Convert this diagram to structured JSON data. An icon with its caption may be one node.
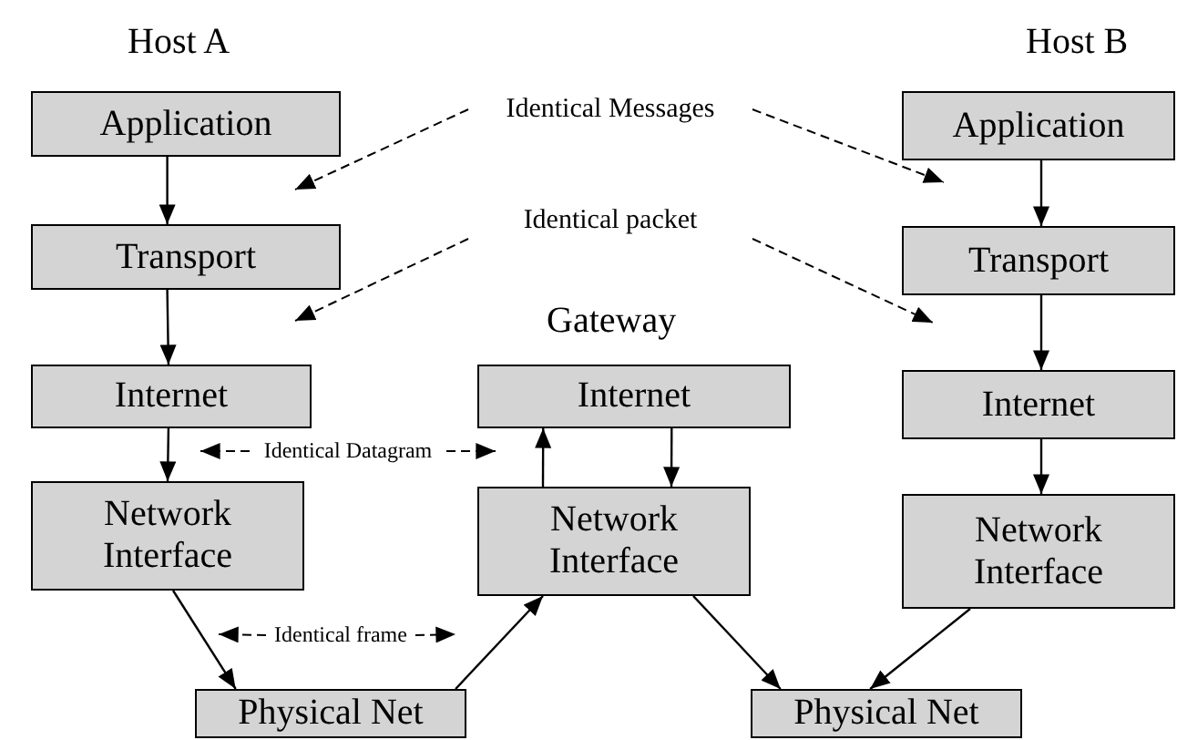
{
  "diagram": {
    "nodes": [
      {
        "text": [
          "Application"
        ]
      },
      {
        "text": [
          "Transport"
        ]
      },
      {
        "text": [
          "Internet"
        ]
      },
      {
        "text": [
          "Network Interface"
        ]
      },
      {
        "text": [
          "Internet"
        ]
      },
      {
        "text": [
          "Network Interface"
        ]
      },
      {
        "text": [
          "Application"
        ]
      },
      {
        "text": [
          "Transport"
        ]
      },
      {
        "text": [
          "Internet"
        ]
      },
      {
        "text": [
          "Network Interface"
        ]
      },
      {
        "text": [
          "Physical Net"
        ]
      },
      {
        "text": [
          "Physical Net"
        ]
      },
      {
        "text": [
          "Identical Messages"
        ]
      },
      {
        "text": [
          "Identical packet"
        ]
      },
      {
        "text": [
          "Identical Datagram"
        ]
      },
      {
        "text": [
          "Identical frame"
        ]
      }
    ],
    "edges": [
      {
        "from": 0,
        "to": 1,
        "arrow": "to"
      },
      {
        "from": 1,
        "to": 2,
        "arrow": "to"
      },
      {
        "from": 2,
        "to": 3,
        "arrow": "to"
      },
      {
        "from": 3,
        "to": 10,
        "arrow": "to"
      },
      {
        "from": 10,
        "to": 5,
        "arrow": "to"
      },
      {
        "from": 5,
        "to": 4,
        "arrow": "to"
      },
      {
        "from": 4,
        "to": 5,
        "arrow": "to"
      },
      {
        "from": 5,
        "to": 11,
        "arrow": "to"
      },
      {
        "from": 9,
        "to": 11,
        "arrow": "to"
      },
      {
        "from": 6,
        "to": 7,
        "arrow": "to"
      },
      {
        "from": 7,
        "to": 8,
        "arrow": "to"
      },
      {
        "from": 8,
        "to": 9,
        "arrow": "to"
      },
      {
        "from": 12,
        "to": 0,
        "arrow": "to",
        "style": "dashed"
      },
      {
        "from": 12,
        "to": 6,
        "arrow": "to",
        "style": "dashed"
      },
      {
        "from": 13,
        "to": 1,
        "arrow": "to",
        "style": "dashed"
      },
      {
        "from": 13,
        "to": 7,
        "arrow": "to",
        "style": "dashed"
      },
      {
        "from": 14,
        "to": 2,
        "arrow": "to",
        "style": "dashed"
      },
      {
        "from": 14,
        "to": 4,
        "arrow": "to",
        "style": "dashed"
      },
      {
        "from": 15,
        "to": 3,
        "arrow": "to",
        "style": "dashed"
      },
      {
        "from": 15,
        "to": null,
        "arrow": "to",
        "style": "dashed"
      }
    ],
    "labels": [
      "Host A",
      "Host B",
      "Gateway"
    ]
  }
}
